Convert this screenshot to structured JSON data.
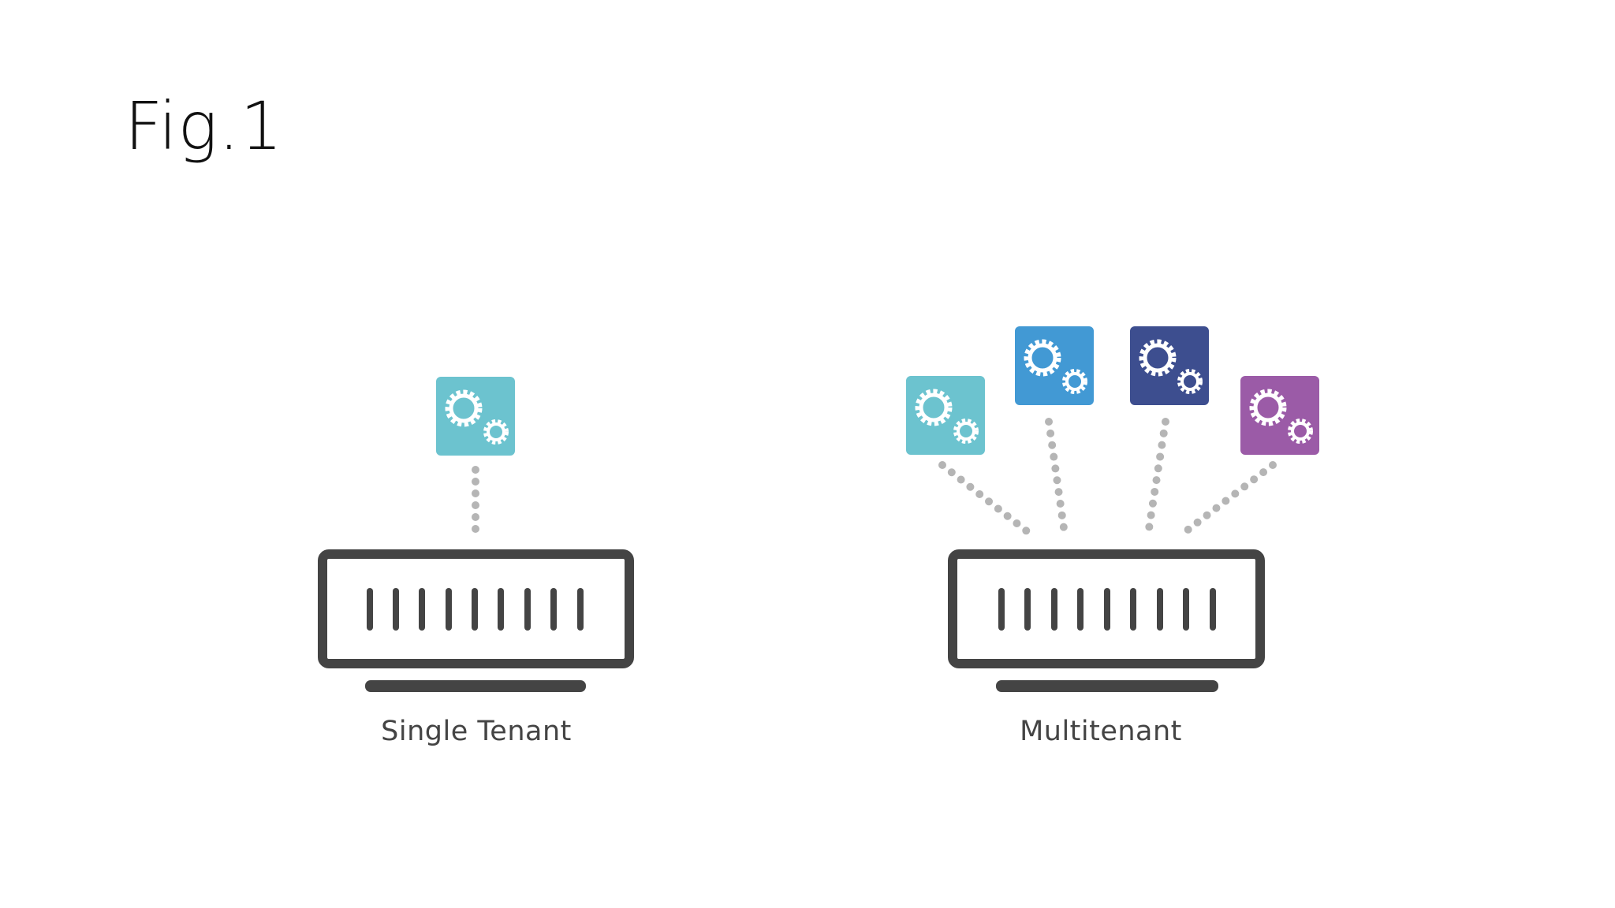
{
  "figure": {
    "title": "Fig.1"
  },
  "panels": [
    {
      "caption": "Single Tenant",
      "server_slots": 9,
      "apps": [
        {
          "color": "#6cc3cf",
          "icon": "gears-icon"
        }
      ]
    },
    {
      "caption": "Multitenant",
      "server_slots": 9,
      "apps": [
        {
          "color": "#6cc3cf",
          "icon": "gears-icon"
        },
        {
          "color": "#4299d4",
          "icon": "gears-icon"
        },
        {
          "color": "#3d4e8f",
          "icon": "gears-icon"
        },
        {
          "color": "#9b5ba7",
          "icon": "gears-icon"
        }
      ]
    }
  ],
  "colors": {
    "server_stroke": "#444444",
    "connector_dots": "#b5b5b5",
    "gear": "#ffffff"
  }
}
